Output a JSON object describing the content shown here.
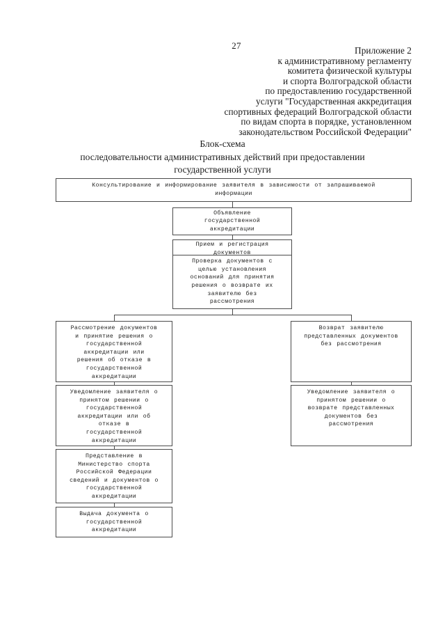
{
  "page": {
    "number": "27"
  },
  "appendix": {
    "lines": [
      "Приложение 2",
      "к административному регламенту",
      "комитета физической культуры",
      "и спорта Волгоградской области",
      "по предоставлению государственной",
      "услуги \"Государственная аккредитация",
      "спортивных федераций Волгоградской области",
      "по видам спорта в порядке, установленном",
      "законодательством Российской Федерации\""
    ]
  },
  "title": {
    "main": "Блок-схема",
    "sub_line1": "последовательности административных действий при предоставлении",
    "sub_line2": "государственной услуги"
  },
  "flowchart": {
    "nodes": [
      {
        "id": "consulting",
        "lines": [
          "Консультирование и информирование заявителя в зависимости от запрашиваемой",
          "информации"
        ]
      },
      {
        "id": "announcement",
        "lines": [
          "Объявление",
          "государственной",
          "аккредитации"
        ]
      },
      {
        "id": "reception",
        "lines": [
          "Прием и регистрация",
          "документов"
        ]
      },
      {
        "id": "verification",
        "lines": [
          "Проверка документов с",
          "целью установления",
          "оснований для принятия",
          "решения о возврате их",
          "заявителю без",
          "рассмотрения"
        ]
      },
      {
        "id": "review-decision",
        "lines": [
          "Рассмотрение документов",
          "и принятие решения о",
          "государственной",
          "аккредитации или",
          "решения об отказе в",
          "государственной",
          "аккредитации"
        ]
      },
      {
        "id": "return-documents",
        "lines": [
          "Возврат заявителю",
          "представленных документов",
          "без рассмотрения"
        ]
      },
      {
        "id": "notify-decision",
        "lines": [
          "Уведомление заявителя о",
          "принятом решении о",
          "государственной",
          "аккредитации или об",
          "отказе в",
          "государственной",
          "аккредитации"
        ]
      },
      {
        "id": "notify-return",
        "lines": [
          "Уведомление заявителя о",
          "принятом решении о",
          "возврате представленных",
          "документов без",
          "рассмотрения"
        ]
      },
      {
        "id": "submit-ministry",
        "lines": [
          "Представление в",
          "Министерство спорта",
          "Российской Федерации",
          "сведений и документов о",
          "государственной",
          "аккредитации"
        ]
      },
      {
        "id": "issue-document",
        "lines": [
          "Выдача документа о",
          "государственной",
          "аккредитации"
        ]
      }
    ]
  }
}
